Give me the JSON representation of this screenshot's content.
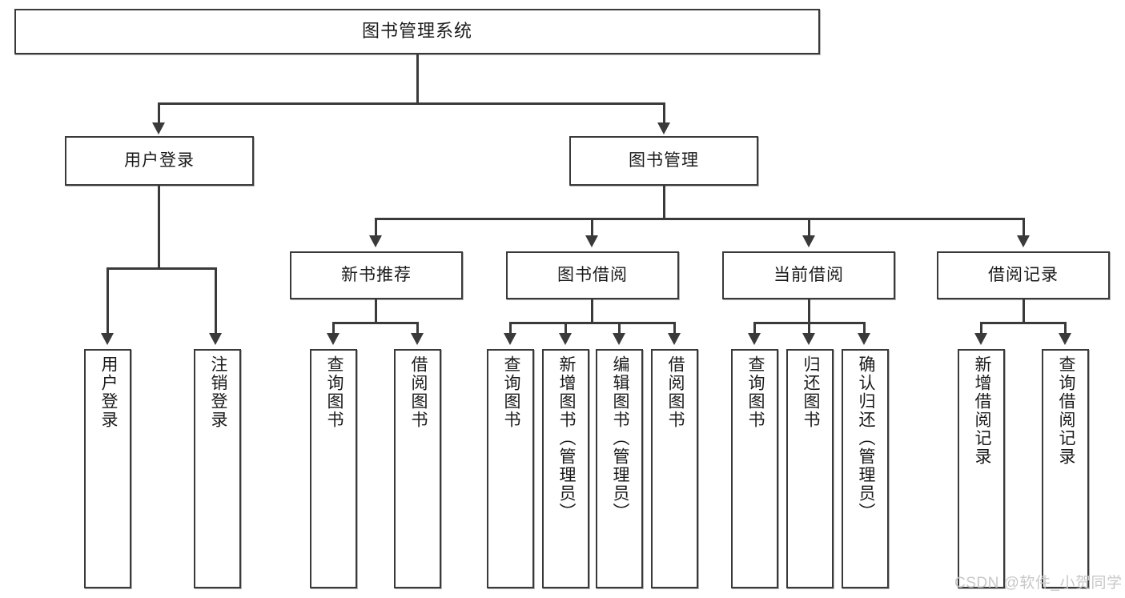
{
  "diagram": {
    "title": "图书管理系统",
    "watermark": "CSDN @软件_小贺同学",
    "line_color": "#3a3a3a",
    "box_fill": "#ffffff",
    "text_color": "#1a1a1a",
    "watermark_color": "#c8c8c8",
    "root": {
      "label": "图书管理系统"
    },
    "level2": [
      {
        "label": "用户登录"
      },
      {
        "label": "图书管理"
      }
    ],
    "level3": [
      {
        "label": "新书推荐"
      },
      {
        "label": "图书借阅"
      },
      {
        "label": "当前借阅"
      },
      {
        "label": "借阅记录"
      }
    ],
    "leaves": {
      "user_login": [
        {
          "label": "用户登录"
        },
        {
          "label": "注销登录"
        }
      ],
      "new_book": [
        {
          "label": "查询图书"
        },
        {
          "label": "借阅图书"
        }
      ],
      "book_borrow": [
        {
          "label": "查询图书"
        },
        {
          "label": "新增图书（管理员）"
        },
        {
          "label": "编辑图书（管理员）"
        },
        {
          "label": "借阅图书"
        }
      ],
      "current_borrow": [
        {
          "label": "查询图书"
        },
        {
          "label": "归还图书"
        },
        {
          "label": "确认归还（管理员）"
        }
      ],
      "borrow_record": [
        {
          "label": "新增借阅记录"
        },
        {
          "label": "查询借阅记录"
        }
      ]
    }
  }
}
